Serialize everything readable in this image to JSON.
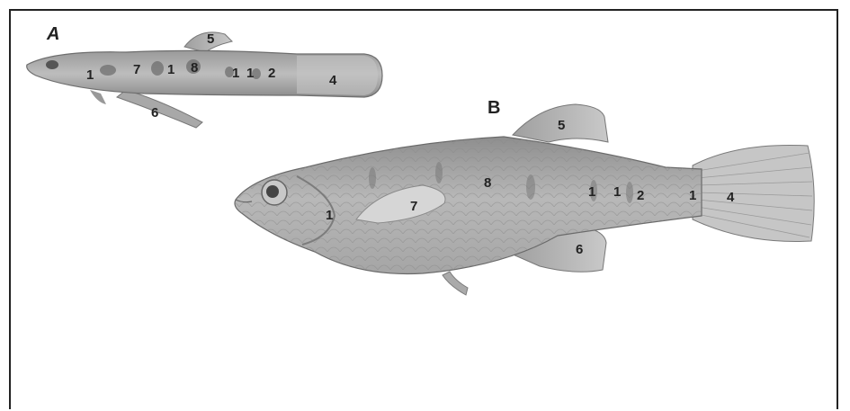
{
  "figure": {
    "panel_a": {
      "letter": "A",
      "labels": [
        "1",
        "7",
        "1",
        "8",
        "1",
        "1",
        "2",
        "4",
        "5",
        "6"
      ]
    },
    "panel_b": {
      "letter": "B",
      "labels": [
        "1",
        "7",
        "8",
        "1",
        "1",
        "2",
        "1",
        "4",
        "5",
        "6"
      ]
    }
  }
}
